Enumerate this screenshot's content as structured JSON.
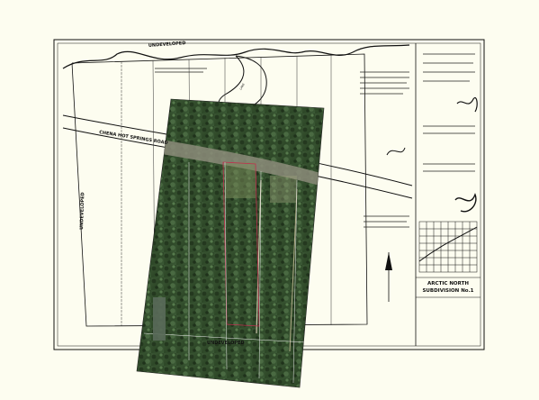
{
  "plat": {
    "title_line_1": "ARCTIC NORTH",
    "title_line_2": "SUBDIVISION No.1",
    "road_label": "CHENA HOT SPRINGS ROAD",
    "undeveloped_top": "UNDEVELOPED",
    "undeveloped_left": "UNDEVELOPED",
    "undeveloped_bottom": "UNDEVELOPED",
    "lane_label": "LANE"
  },
  "colors": {
    "paper": "#fdfdf0",
    "ink": "#111111",
    "boundary": "#c03050",
    "imagery_base": "#2f4a2a"
  }
}
